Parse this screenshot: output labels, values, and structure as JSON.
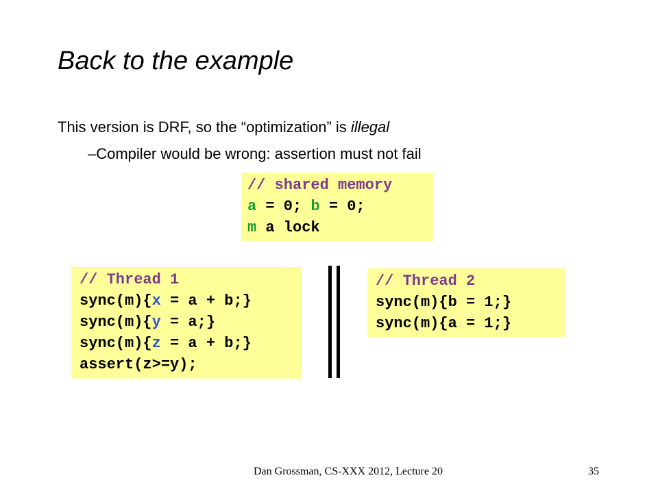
{
  "slide": {
    "title": "Back to the example",
    "bullet": {
      "prefix": "This version is DRF, so the “optimization” is ",
      "emphasis": "illegal"
    },
    "subbullet": "–Compiler would be wrong: assertion must not fail"
  },
  "shared_memory": {
    "comment": "// shared memory",
    "line1_a": "a",
    "line1_mid": " = 0; ",
    "line1_b": "b",
    "line1_end": " = 0;",
    "line2_m": "m",
    "line2_rest": " a lock"
  },
  "thread1": {
    "comment": "// Thread 1",
    "line1_pre": "sync(m){",
    "line1_var": "x",
    "line1_post": " = a + b;}",
    "line2_pre": "sync(m){",
    "line2_var": "y",
    "line2_post": " = a;}",
    "line3_pre": "sync(m){",
    "line3_var": "z",
    "line3_post": " = a + b;}",
    "line4": "assert(z>=y);"
  },
  "thread2": {
    "comment": "// Thread 2",
    "line1": "sync(m){b = 1;}",
    "line2": "sync(m){a = 1;}"
  },
  "footer": {
    "credit": "Dan Grossman, CS-XXX 2012, Lecture 20",
    "page_number": "35"
  },
  "colors": {
    "code_background": "#ffff99",
    "comment": "#7b3a8e",
    "shared_var": "#1e9a33",
    "local_var": "#2f55c8"
  }
}
